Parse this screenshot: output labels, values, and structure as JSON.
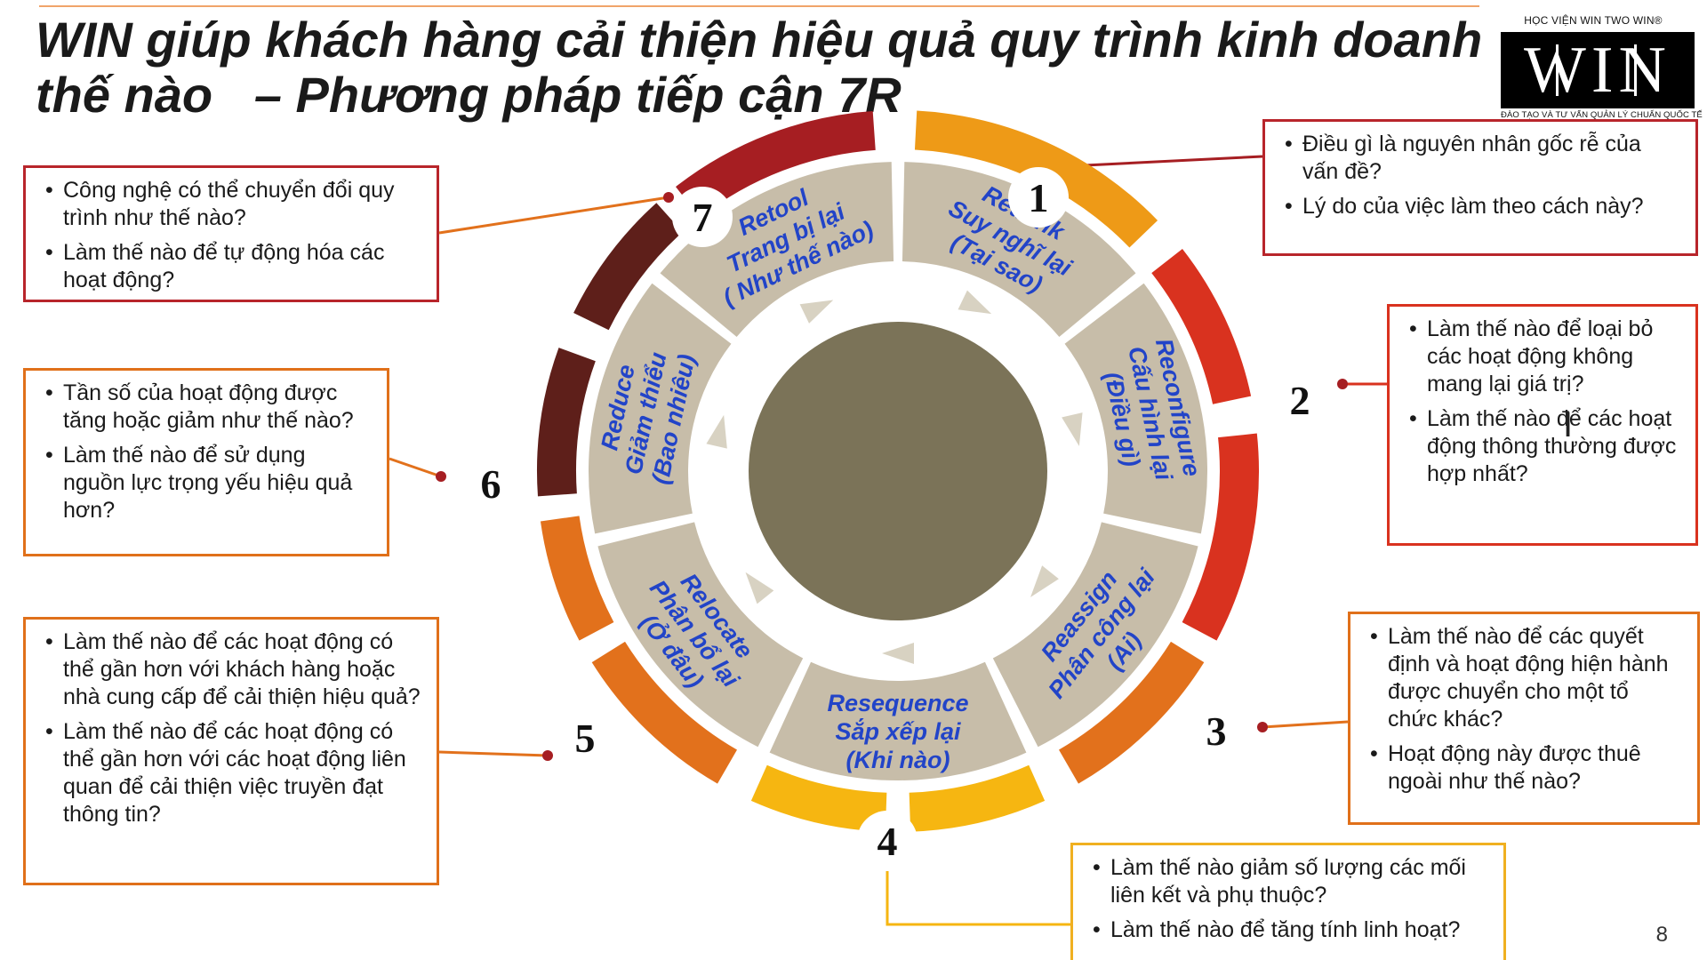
{
  "title": {
    "line1": "WIN giúp khách hàng cải thiện hiệu quả quy trình kinh doanh như",
    "line2": "thế nào",
    "line2b": "– Phương pháp tiếp cận 7R"
  },
  "logo": {
    "top_text": "HỌC VIỆN WIN TWO WIN®",
    "mark": "WIN",
    "subtitle": "ĐÀO TẠO VÀ TƯ VẤN QUẢN LÝ CHUẨN QUỐC TẾ"
  },
  "colors": {
    "dark_red": "#a61e22",
    "maroon": "#5e1f1a",
    "red": "#d9321f",
    "orange": "#e2711c",
    "amber": "#ee9a17",
    "yellow": "#f6b611",
    "tan": "#c7bda9",
    "center": "#7b7358",
    "blue_text": "#2244c8"
  },
  "wheel": {
    "segments": [
      {
        "number": "1",
        "en": "Rethink",
        "vi": "Suy nghĩ lại",
        "q": "(Tại sao)"
      },
      {
        "number": "2",
        "en": "Reconfigure",
        "vi": "Cấu hình lại",
        "q": "(Điều gì)"
      },
      {
        "number": "3",
        "en": "Reassign",
        "vi": "Phân công lại",
        "q": "(Ai)"
      },
      {
        "number": "4",
        "en": "Resequence",
        "vi": "Sắp xếp lại",
        "q": "(Khi nào)"
      },
      {
        "number": "5",
        "en": "Relocate",
        "vi": "Phân bổ lại",
        "q": "(Ở đâu)"
      },
      {
        "number": "6",
        "en": "Reduce",
        "vi": "Giảm thiểu",
        "q": "(Bao nhiêu)"
      },
      {
        "number": "7",
        "en": "Retool",
        "vi": "Trang bị lại",
        "q": "( Như thế nào)"
      }
    ]
  },
  "boxes": {
    "b1": [
      "Điều gì là nguyên nhân gốc rễ của vấn đề?",
      "Lý do của việc làm theo cách này?"
    ],
    "b2": [
      "Làm thế nào để loại bỏ các hoạt động không mang lại giá trị?",
      "Làm thế nào để các hoạt động thông thường được hợp nhất?"
    ],
    "b3": [
      "Làm thế nào để các quyết định và hoạt động hiện hành được chuyển cho một tổ chức khác?",
      "Hoạt động này được thuê ngoài như thế nào?"
    ],
    "b4": [
      "Làm thế nào giảm số lượng các mối liên kết và phụ thuộc?",
      "Làm thế nào để tăng tính linh hoạt?"
    ],
    "b5": [
      "Làm thế nào để các hoạt động có thể gần hơn với khách hàng hoặc nhà cung cấp để cải thiện hiệu quả?",
      "Làm thế nào để các hoạt động có thể gần hơn với các hoạt động liên quan để cải thiện việc truyền đạt thông tin?"
    ],
    "b6": [
      "Tần số của hoạt động được tăng hoặc giảm như thế nào?",
      "Làm thế nào để sử dụng nguồn lực trọng yếu hiệu quả hơn?"
    ],
    "b7": [
      "Công nghệ có thể chuyển đổi quy trình như thế nào?",
      "Làm thế nào để tự động hóa các hoạt động?"
    ]
  },
  "page_number": "8"
}
